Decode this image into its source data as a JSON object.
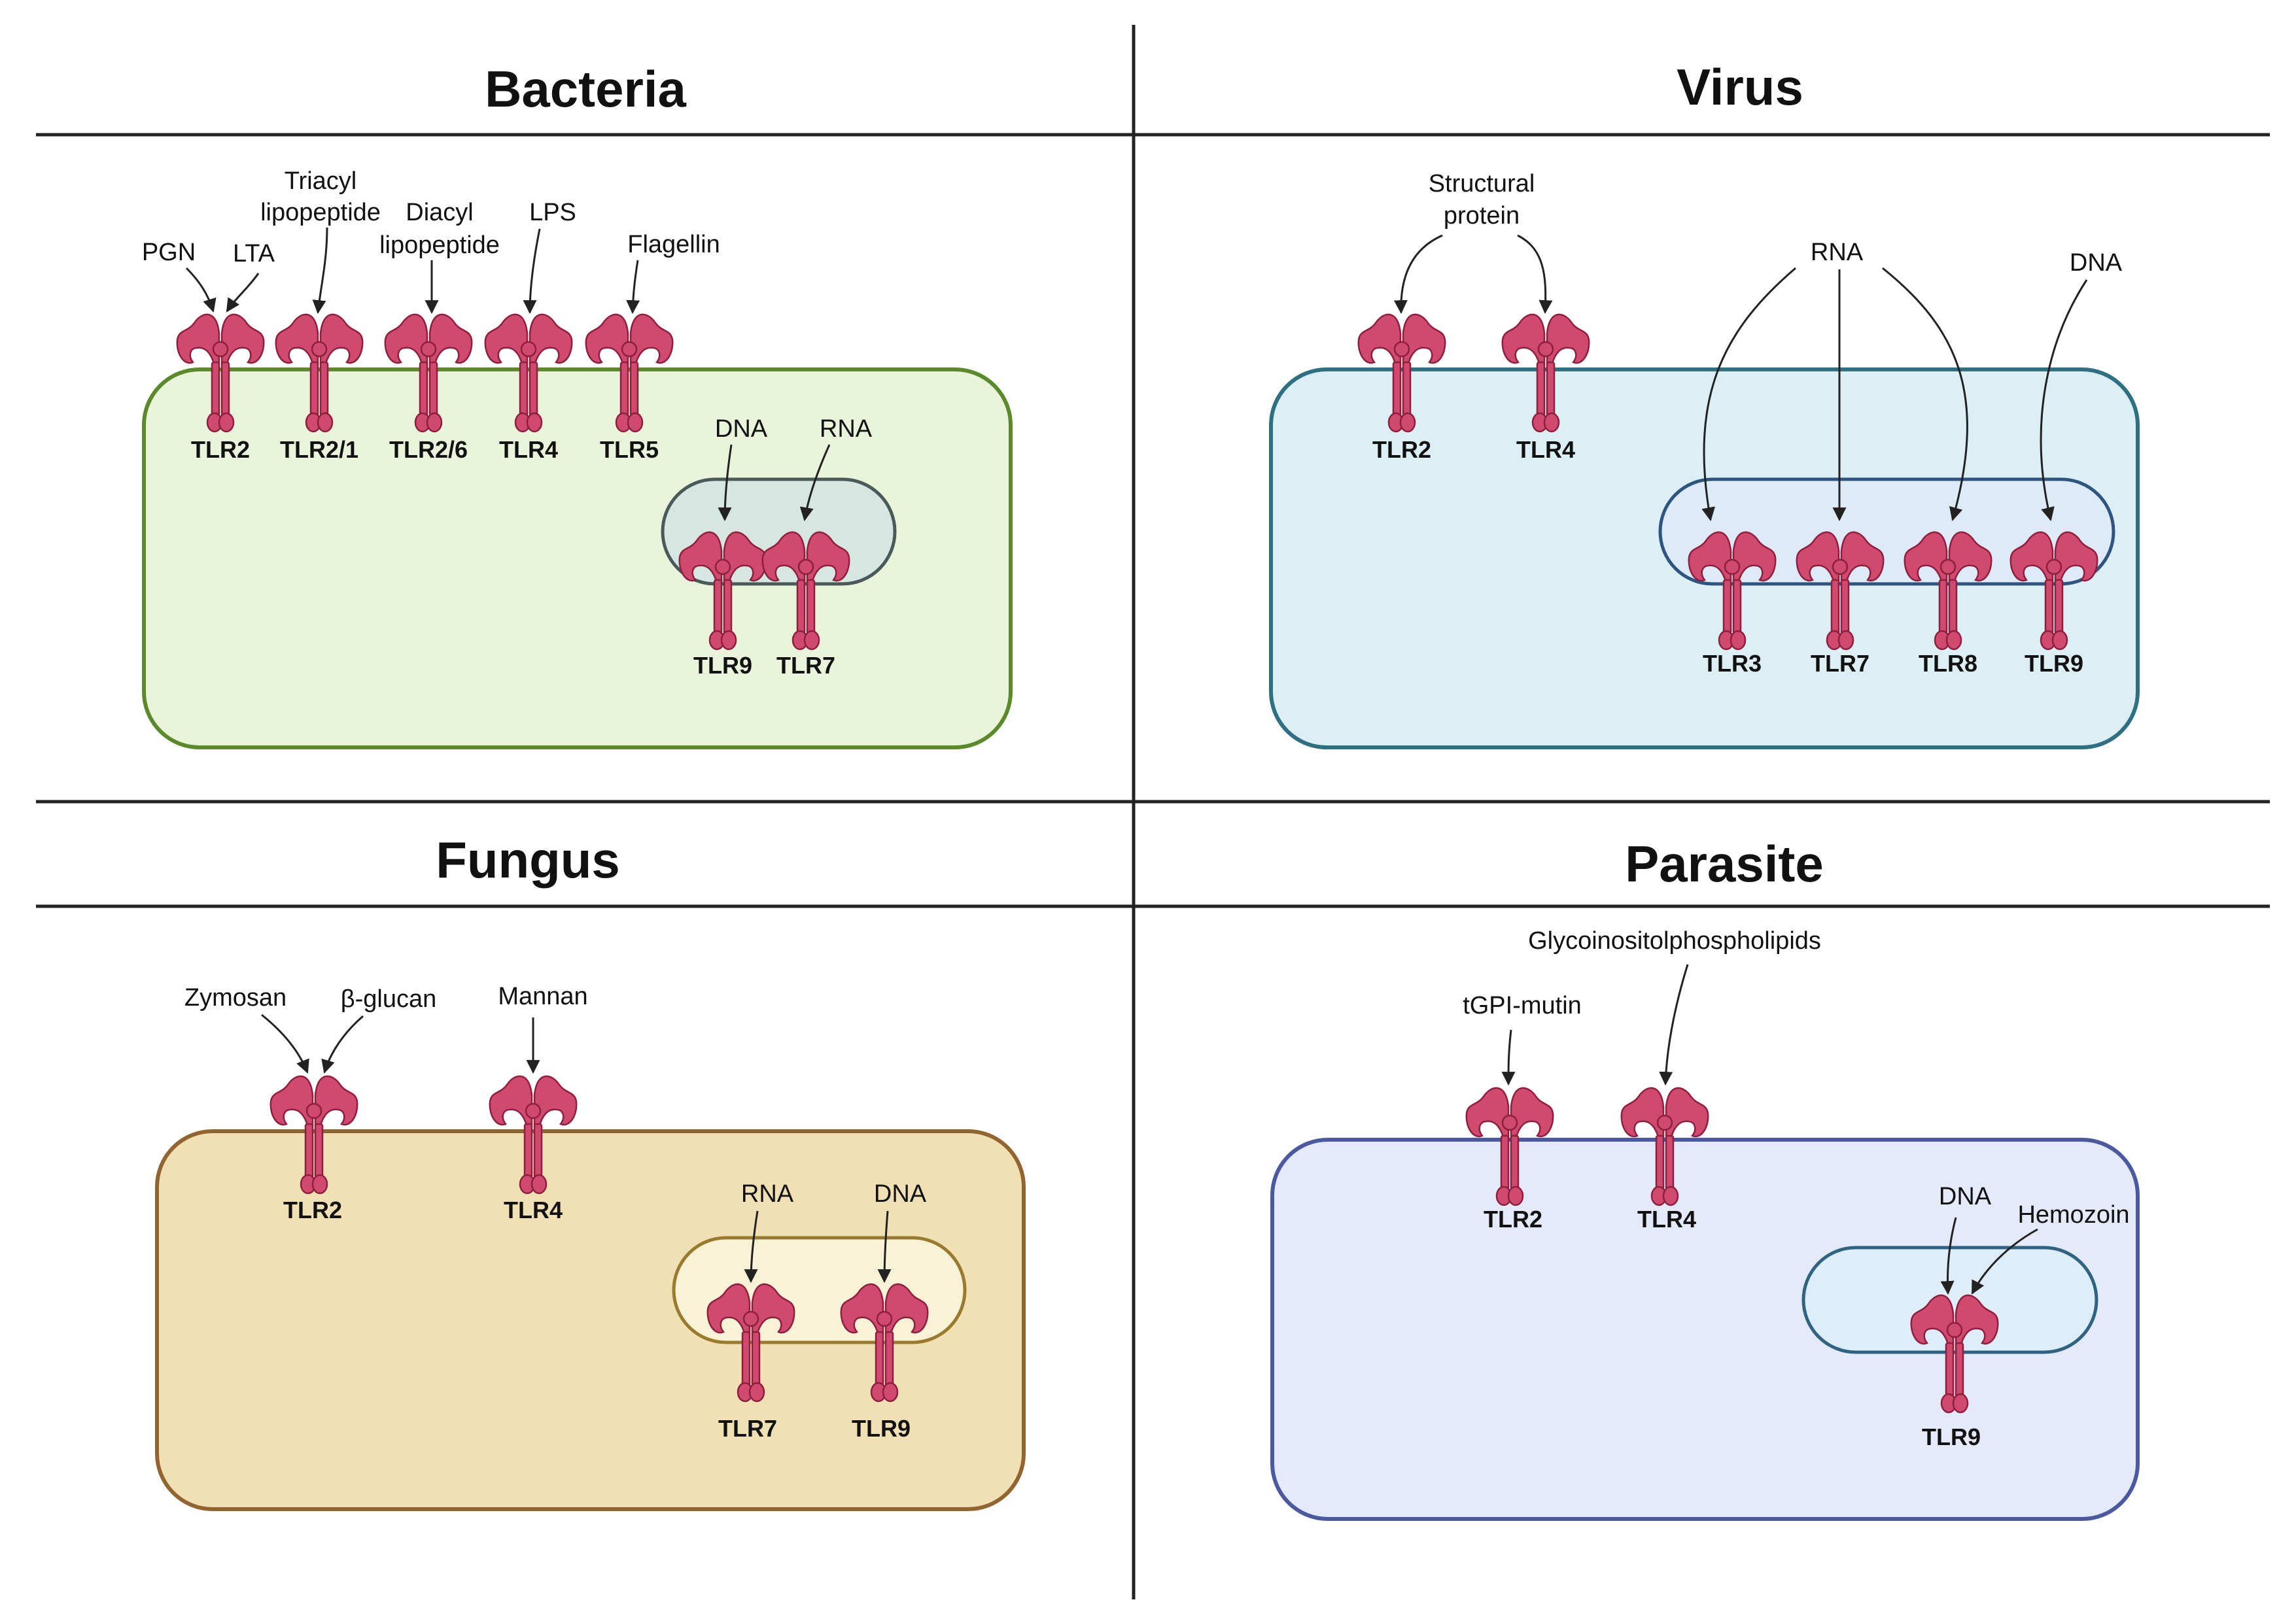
{
  "colors": {
    "receptor_fill": "#cf4a6e",
    "receptor_stroke": "#8f1f3f",
    "bacteria_cell": "#eaf4da",
    "bacteria_border": "#5b8a2a",
    "bacteria_endosome": "#d6e6e0",
    "bacteria_endosome_border": "#4a5a5a",
    "virus_cell": "#dbeff4",
    "virus_border": "#2e7082",
    "virus_endosome": "#ddeaf8",
    "virus_endosome_border": "#2d5580",
    "fungus_cell": "#f1e0b4",
    "fungus_border": "#926430",
    "fungus_endosome": "#f8f3d6",
    "fungus_endosome_border": "#9a7b2e",
    "parasite_cell": "#e5eafa",
    "parasite_border": "#4a59a0",
    "parasite_endosome": "#ddeefa",
    "parasite_endosome_border": "#2e6482"
  },
  "icons": {
    "receptor": "toll-like-receptor-icon"
  },
  "panels": {
    "bacteria": {
      "title": "Bacteria",
      "ligands": {
        "pgn": "PGN",
        "lta": "LTA",
        "triacyl_1": "Triacyl",
        "triacyl_2": "lipopeptide",
        "diacyl_1": "Diacyl",
        "diacyl_2": "lipopeptide",
        "lps": "LPS",
        "flagellin": "Flagellin",
        "dna": "DNA",
        "rna": "RNA"
      },
      "receptors": [
        "TLR2",
        "TLR2/1",
        "TLR2/6",
        "TLR4",
        "TLR5",
        "TLR9",
        "TLR7"
      ]
    },
    "virus": {
      "title": "Virus",
      "ligands": {
        "structural_1": "Structural",
        "structural_2": "protein",
        "rna": "RNA",
        "dna": "DNA"
      },
      "receptors": [
        "TLR2",
        "TLR4",
        "TLR3",
        "TLR7",
        "TLR8",
        "TLR9"
      ]
    },
    "fungus": {
      "title": "Fungus",
      "ligands": {
        "zymosan": "Zymosan",
        "glucan": "β-glucan",
        "mannan": "Mannan",
        "rna": "RNA",
        "dna": "DNA"
      },
      "receptors": [
        "TLR2",
        "TLR4",
        "TLR7",
        "TLR9"
      ]
    },
    "parasite": {
      "title": "Parasite",
      "ligands": {
        "gipl": "Glycoinositolphospholipids",
        "tgpi": "tGPI-mutin",
        "dna": "DNA",
        "hemozoin": "Hemozoin"
      },
      "receptors": [
        "TLR2",
        "TLR4",
        "TLR9"
      ]
    }
  }
}
